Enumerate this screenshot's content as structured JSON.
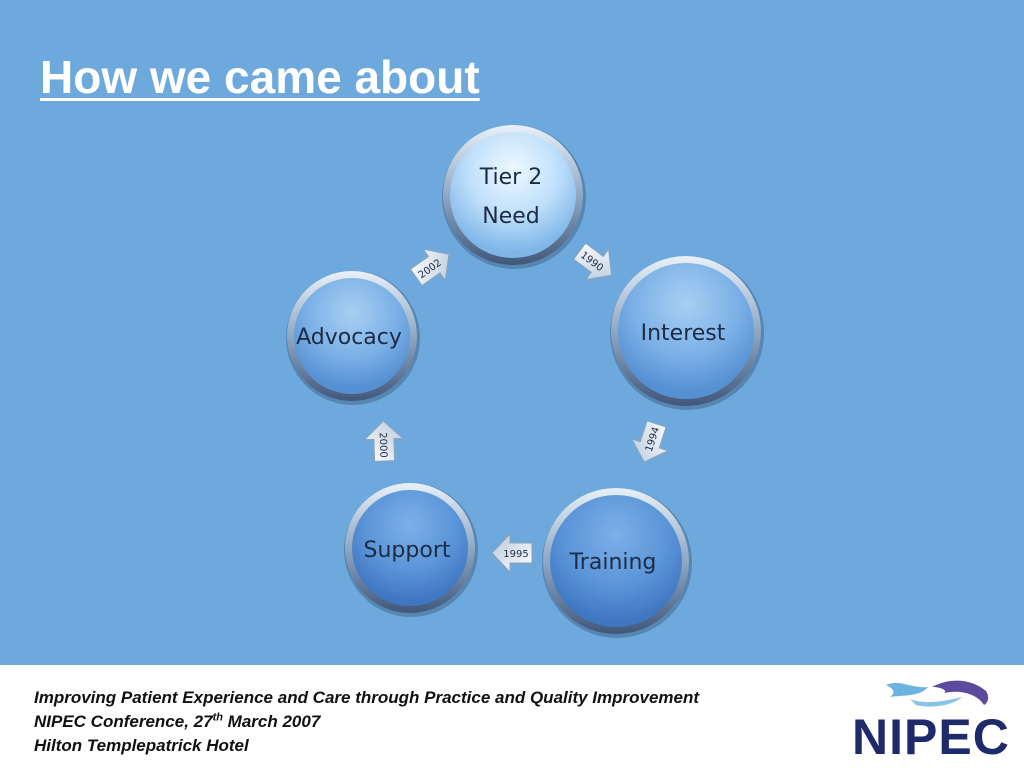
{
  "slide": {
    "title": "How we came about"
  },
  "cycle": {
    "nodes": [
      {
        "line1": "Tier 2",
        "line2": "Need"
      },
      {
        "label": "Interest"
      },
      {
        "label": "Training"
      },
      {
        "label": "Support"
      },
      {
        "label": "Advocacy"
      }
    ],
    "arrows": [
      "1990",
      "1994",
      "1995",
      "2000",
      "2002"
    ]
  },
  "footer": {
    "line1": "Improving Patient Experience and Care through Practice and Quality Improvement",
    "line2_prefix": "NIPEC Conference, 27",
    "line2_sup": "th",
    "line2_suffix": " March 2007",
    "line3": "Hilton Templepatrick Hotel"
  },
  "logo": {
    "text": "NIPEC",
    "colors": {
      "text": "#1f2a6b",
      "swoosh_light": "#6cb4e0",
      "swoosh_dark": "#5b4a9e"
    }
  },
  "colors": {
    "background": "#6ea9dd",
    "circle_top": "#d6ecfb",
    "circle_mid": "#7fb6e8",
    "circle_dark": "#4f8fd6",
    "arrow": "#e8eef4"
  }
}
